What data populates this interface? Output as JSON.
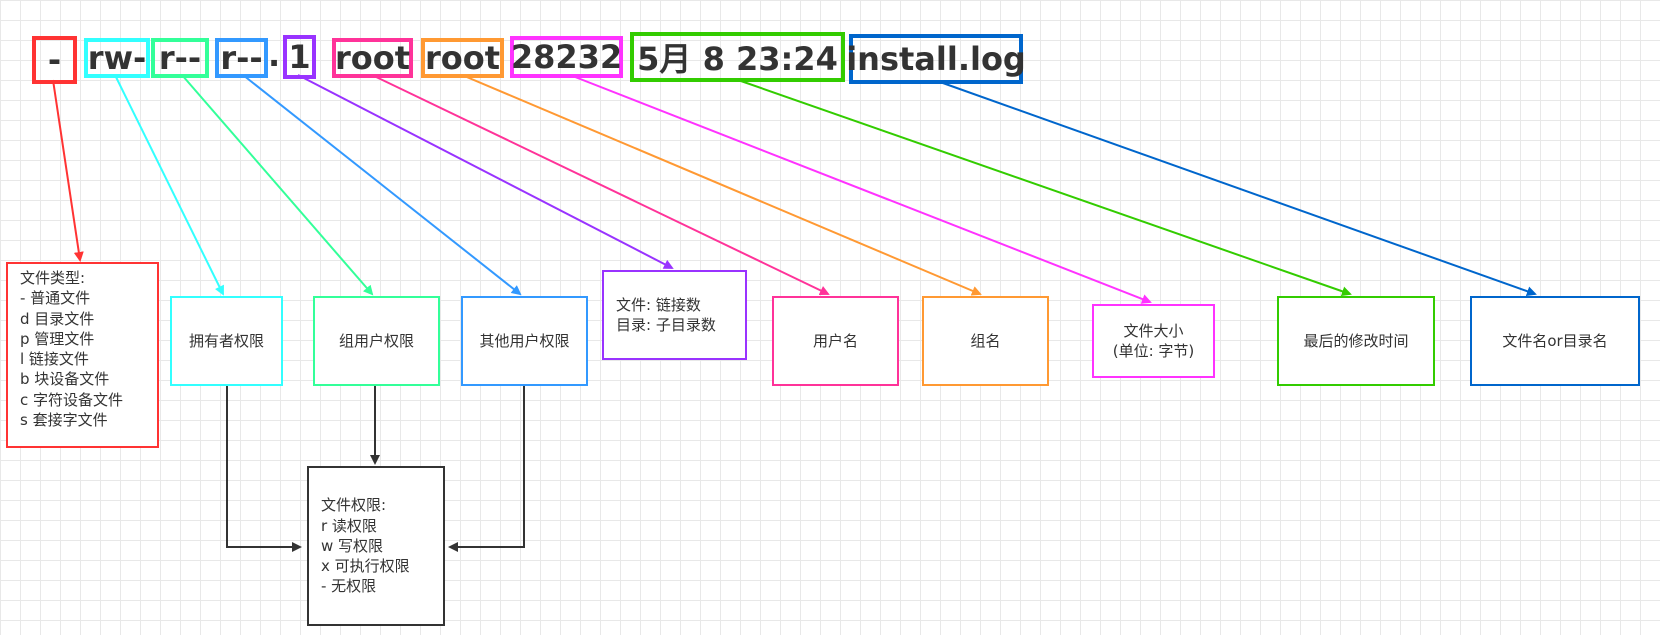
{
  "colors": {
    "red": "#ff3333",
    "cyan": "#33ffff",
    "mint": "#33ff99",
    "blue": "#3399ff",
    "purple": "#9933ff",
    "pink": "#ff3399",
    "orange": "#ff9933",
    "magenta": "#ff33ff",
    "green": "#33cc00",
    "darkblue": "#0066cc",
    "black": "#333333"
  },
  "tokens": {
    "type": "-",
    "owner": "rw-",
    "group": "r--",
    "others": "r--",
    "dot": ".",
    "links": "1",
    "user": "root",
    "groupname": "root",
    "size": "28232",
    "date": "5月   8 23:24",
    "filename": "install.log"
  },
  "boxes": {
    "type_text": "文件类型:\n-  普通文件\nd 目录文件\np 管理文件\nl  链接文件\nb 块设备文件\nc  字符设备文件\ns  套接字文件",
    "owner_perm": "拥有者权限",
    "group_perm": "组用户权限",
    "other_perm": "其他用户权限",
    "links_text": "文件: 链接数\n目录: 子目录数",
    "username": "用户名",
    "groupname": "组名",
    "size_text": "文件大小\n(单位: 字节)",
    "mtime": "最后的修改时间",
    "filename": "文件名or目录名",
    "perms_text": "文件权限:\nr   读权限\nw  写权限\nx   可执行权限\n-    无权限"
  }
}
